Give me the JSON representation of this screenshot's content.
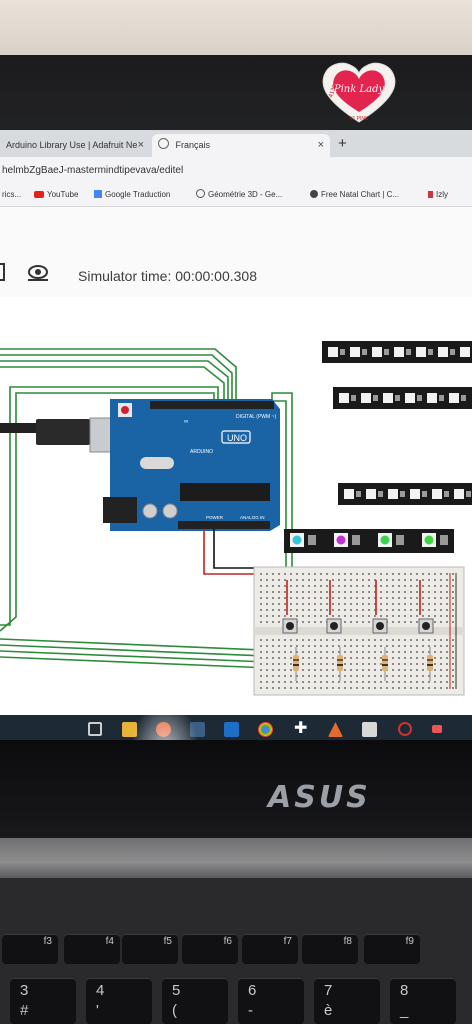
{
  "browser": {
    "tabs": [
      {
        "label": "Arduino Library Use | Adafruit Ne",
        "close": "×"
      },
      {
        "label": "Français",
        "close": "×"
      }
    ],
    "new_tab": "+",
    "address": "helmbZgBaeJ-mastermindtipevava/editel",
    "bookmarks": [
      {
        "label": "rics...",
        "icon": "bookmark-icon",
        "color": "#888888"
      },
      {
        "label": "YouTube",
        "icon": "youtube-icon",
        "color": "#e62117"
      },
      {
        "label": "Google Traduction",
        "icon": "translate-icon",
        "color": "#4285f4"
      },
      {
        "label": "Géométrie 3D - Ge...",
        "icon": "geogebra-icon",
        "color": "#555555"
      },
      {
        "label": "Free Natal Chart | C...",
        "icon": "chart-icon",
        "color": "#444444"
      },
      {
        "label": "Izly",
        "icon": "izly-icon",
        "color": "#cc3344"
      }
    ]
  },
  "simulator": {
    "time_label": "Simulator time: 00:00:00.308"
  },
  "board": {
    "digital_label": "DIGITAL (PWM ~)",
    "brand": "ARDUINO",
    "model": "UNO",
    "power_label": "POWER",
    "analog_label": "ANALOG IN"
  },
  "sticker": {
    "brand": "Pink Lady",
    "code": "4130",
    "sub": "#1 PINK"
  },
  "laptop": {
    "brand": "ASUS"
  },
  "keyboard": {
    "fkeys": [
      "f3",
      "f4",
      "f5",
      "f6",
      "f7",
      "f8",
      "f9"
    ],
    "numbers": [
      "3",
      "4",
      "5",
      "6",
      "7",
      "8"
    ],
    "symbols": [
      "#",
      "'",
      "(",
      "-",
      "è",
      "_"
    ]
  },
  "colors": {
    "accent_blue": "#1a64a6",
    "wire_green": "#2e8b3a",
    "wire_red": "#c0231e",
    "led_colors": [
      "#37c6d6",
      "#c22fd4",
      "#38d44c",
      "#40d640"
    ]
  }
}
